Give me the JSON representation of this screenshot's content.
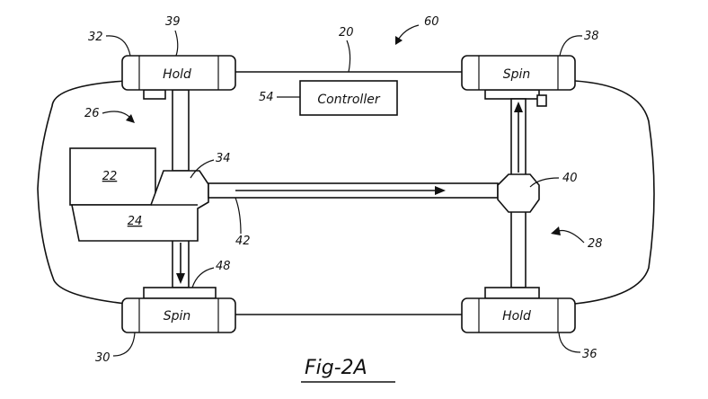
{
  "figure": {
    "caption": "Fig-2A",
    "wheels": {
      "front_left_label": "Hold",
      "front_right_label": "Spin",
      "rear_left_label": "Spin",
      "rear_right_label": "Hold"
    },
    "controller_label": "Controller",
    "refs": {
      "r20": "20",
      "r22": "22",
      "r24": "24",
      "r26": "26",
      "r28": "28",
      "r30": "30",
      "r32": "32",
      "r34": "34",
      "r36": "36",
      "r38": "38",
      "r39": "39",
      "r40": "40",
      "r42": "42",
      "r48": "48",
      "r54": "54",
      "r60": "60"
    }
  }
}
